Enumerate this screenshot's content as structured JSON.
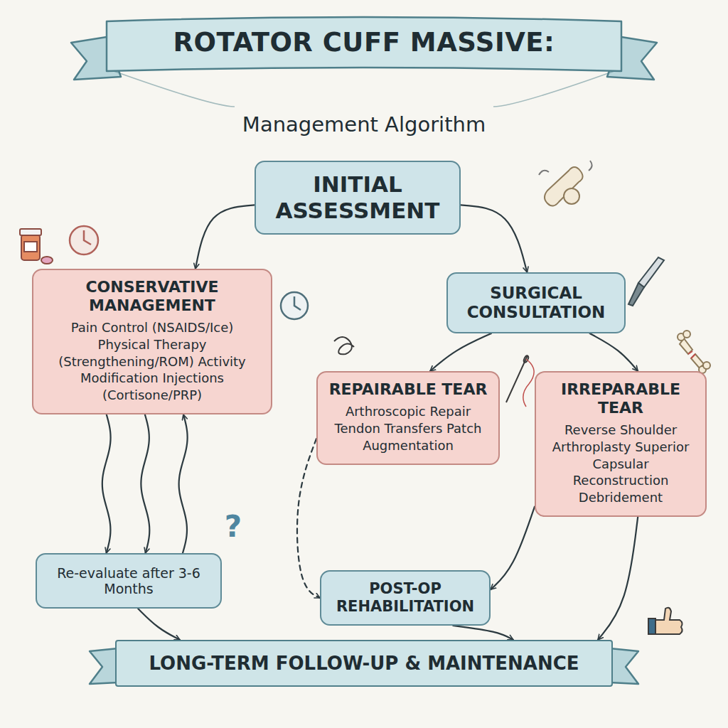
{
  "diagram": {
    "title": "ROTATOR CUFF MASSIVE:",
    "nodes": [
      {
        "text": [
          "INITIAL ASSESSMENT"
        ]
      },
      {
        "text": [
          "CONSERVATIVE MANAGEMENT",
          "Pain Control (NSAIDS/Ice) Physical Therapy (Strengthening/ROM) Activity Modification Injections (Cortisone/PRP)"
        ]
      },
      {
        "text": [
          "SURGICAL CONSULTATION"
        ]
      },
      {
        "text": [
          "REPAIRABLE TEAR",
          "Arthroscopic Repair Tendon Transfers Patch Augmentation"
        ]
      },
      {
        "text": [
          "IRREPARABLE TEAR",
          "Reverse Shoulder Arthroplasty Superior Capsular Reconstruction Debridement"
        ]
      },
      {
        "text": [
          "Re-evaluate after 3-6 Months"
        ]
      },
      {
        "text": [
          "POST-OP REHABILITATION"
        ]
      },
      {
        "text": [
          "LONG-TERM FOLLOW-UP & MAINTENANCE"
        ]
      }
    ],
    "edges": [
      {
        "from": 0,
        "to": 1,
        "arrow": "to"
      },
      {
        "from": 0,
        "to": 2,
        "arrow": "to"
      },
      {
        "from": 2,
        "to": 3,
        "arrow": "to"
      },
      {
        "from": 2,
        "to": 4,
        "arrow": "to"
      },
      {
        "from": 1,
        "to": 5,
        "arrow": "to"
      },
      {
        "from": 1,
        "to": 5,
        "arrow": "to"
      },
      {
        "from": 5,
        "to": 1,
        "arrow": "to"
      },
      {
        "from": 3,
        "to": 6,
        "arrow": "to"
      },
      {
        "from": 4,
        "to": 6,
        "arrow": "to"
      },
      {
        "from": 5,
        "to": 7,
        "arrow": "to"
      },
      {
        "from": 6,
        "to": 7,
        "arrow": "to"
      },
      {
        "from": 4,
        "to": 7,
        "arrow": "to"
      }
    ],
    "labels": [
      "Management Algorithm",
      "?"
    ]
  }
}
